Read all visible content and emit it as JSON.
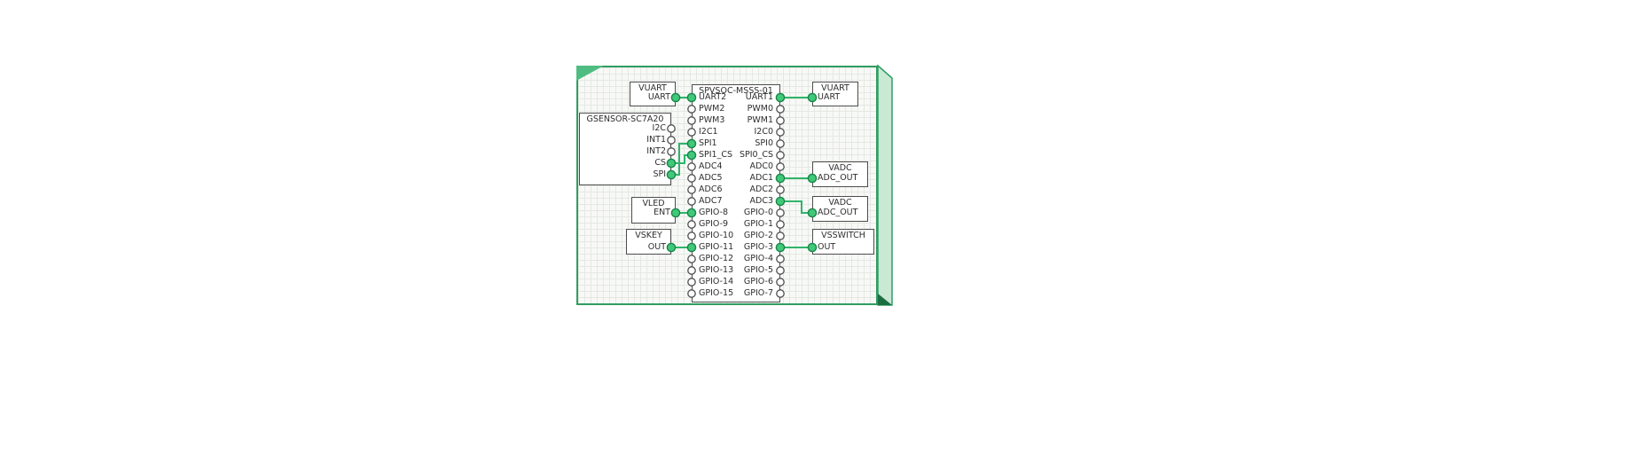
{
  "sheet": {
    "type": "schematic-grid-sheet"
  },
  "colors": {
    "wire": "#2fb56b",
    "dot_fill": "#41c878",
    "dot_stroke": "#17864a",
    "pin_stroke": "#4d4d4d",
    "box_border": "#4d4d4d",
    "text": "#2e2e2e",
    "sheet_border": "#2f9e62",
    "sheet_face": "#c9e9d4",
    "sheet_accent": "#4fbd82",
    "sheet_dark": "#1c6f41",
    "grid": "#e4e8e3",
    "sheet_bg": "#f8f9f6"
  },
  "main_component": {
    "title": "SPVSOC-MSSS-01",
    "left_pins": [
      "UART2",
      "PWM2",
      "PWM3",
      "I2C1",
      "SPI1",
      "SPI1_CS",
      "ADC4",
      "ADC5",
      "ADC6",
      "ADC7",
      "GPIO-8",
      "GPIO-9",
      "GPIO-10",
      "GPIO-11",
      "GPIO-12",
      "GPIO-13",
      "GPIO-14",
      "GPIO-15"
    ],
    "right_pins": [
      "UART1",
      "PWM0",
      "PWM1",
      "I2C0",
      "SPI0",
      "SPI0_CS",
      "ADC0",
      "ADC1",
      "ADC2",
      "ADC3",
      "GPIO-0",
      "GPIO-1",
      "GPIO-2",
      "GPIO-3",
      "GPIO-4",
      "GPIO-5",
      "GPIO-6",
      "GPIO-7"
    ]
  },
  "components": [
    {
      "id": "vuart_left",
      "title": "VUART",
      "pins": [
        "UART"
      ]
    },
    {
      "id": "gsensor",
      "title": "GSENSOR-SC7A20",
      "pins": [
        "I2C",
        "INT1",
        "INT2",
        "CS",
        "SPI"
      ]
    },
    {
      "id": "vled",
      "title": "VLED",
      "pins": [
        "ENT"
      ]
    },
    {
      "id": "vskey",
      "title": "VSKEY",
      "pins": [
        "OUT"
      ]
    },
    {
      "id": "vuart_right",
      "title": "VUART",
      "pins": [
        "UART"
      ]
    },
    {
      "id": "vadc_top",
      "title": "VADC",
      "pins": [
        "ADC_OUT"
      ]
    },
    {
      "id": "vadc_bottom",
      "title": "VADC",
      "pins": [
        "ADC_OUT"
      ]
    },
    {
      "id": "vsswitch",
      "title": "VSSWITCH",
      "pins": [
        "OUT"
      ]
    }
  ],
  "connections": [
    {
      "from": "vuart_left.UART",
      "to": "main.UART2"
    },
    {
      "from": "gsensor.CS",
      "to": "main.SPI1_CS"
    },
    {
      "from": "gsensor.SPI",
      "to": "main.SPI1"
    },
    {
      "from": "vled.ENT",
      "to": "main.GPIO-8"
    },
    {
      "from": "vskey.OUT",
      "to": "main.GPIO-11"
    },
    {
      "from": "vuart_right.UART",
      "to": "main.UART1"
    },
    {
      "from": "vadc_top.ADC_OUT",
      "to": "main.ADC1"
    },
    {
      "from": "vadc_bottom.ADC_OUT",
      "to": "main.ADC3"
    },
    {
      "from": "vsswitch.OUT",
      "to": "main.GPIO-3"
    }
  ]
}
